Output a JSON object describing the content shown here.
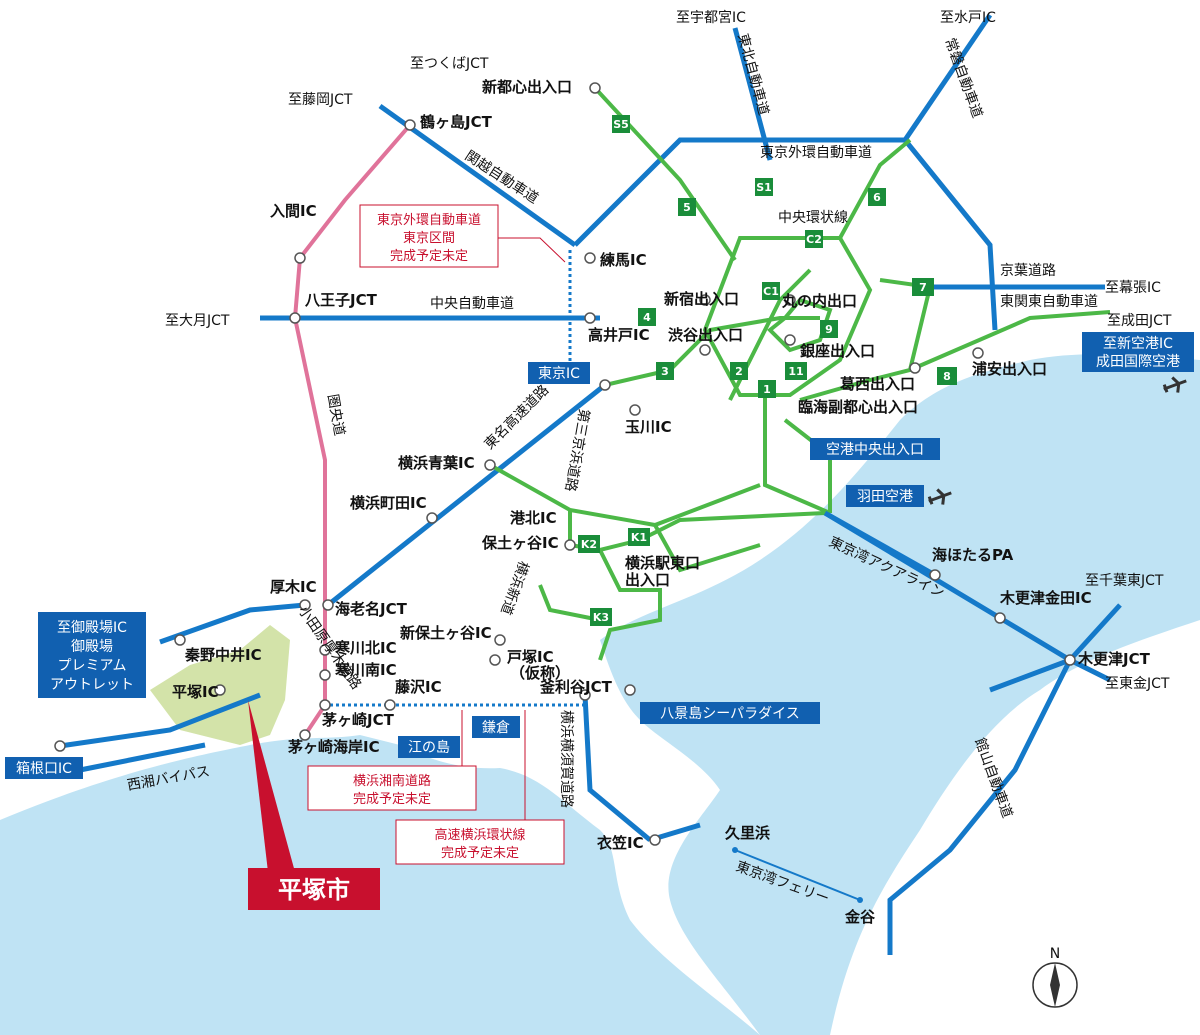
{
  "colors": {
    "sea": "#bfe3f4",
    "land": "#ffffff",
    "expressway": "#1479c9",
    "metro": "#4cb847",
    "ken_o": "#e0739a",
    "hiratsuka_area": "#d3e3a9",
    "label_box": "#1160b0",
    "red": "#c8102e"
  },
  "title": "平塚市",
  "road_labels": {
    "chuo": "中央自動車道",
    "kanetsu": "関越自動車道",
    "tohoku": "東北自動車道",
    "joban": "常磐自動車道",
    "gaikan": "東京外環自動車道",
    "chuo_kanjo": "中央環状線",
    "keiyo": "京葉道路",
    "higashi_kanto": "東関東自動車道",
    "ken_o": "圏央道",
    "tomei": "東名高速道路",
    "daisan_keihin": "第三京浜道路",
    "yokohama_shindo": "横浜新道",
    "odawara_atsugi": "小田原厚木道路",
    "aqualine": "東京湾アクアライン",
    "yokohama_yokosuka": "横浜横須賀道路",
    "tateyama": "館山自動車道",
    "seisho": "西湘バイパス",
    "ferry": "東京湾フェリー"
  },
  "places": {
    "tsukuba": "至つくばJCT",
    "fujioka": "至藤岡JCT",
    "tsurugashima": "鶴ヶ島JCT",
    "iruma": "入間IC",
    "hachioji": "八王子JCT",
    "otsuki": "至大月JCT",
    "utsunomiya": "至宇都宮IC",
    "mito": "至水戸IC",
    "shintoshin": "新都心出入口",
    "nerima": "練馬IC",
    "shinjuku": "新宿出入口",
    "marunouchi": "丸の内出口",
    "takaido": "高井戸IC",
    "shibuya": "渋谷出入口",
    "ginza": "銀座出入口",
    "kasai": "葛西出入口",
    "rinkai": "臨海副都心出入口",
    "urayasu": "浦安出入口",
    "makuhari": "至幕張IC",
    "narita_jct": "至成田JCT",
    "tamagawa": "玉川IC",
    "yokohama_aoba": "横浜青葉IC",
    "yokohama_machida": "横浜町田IC",
    "kohoku": "港北IC",
    "hodogaya": "保土ヶ谷IC",
    "yokohama_east": "横浜駅東口",
    "yokohama_east2": "出入口",
    "atsugi": "厚木IC",
    "ebina": "海老名JCT",
    "shinhodogaya": "新保土ヶ谷IC",
    "samukawa_n": "寒川北IC",
    "samukawa_s": "寒川南IC",
    "totsuka": "戸塚IC",
    "totsuka2": "（仮称）",
    "fujisawa": "藤沢IC",
    "kamariya": "釜利谷JCT",
    "chigasaki": "茅ヶ崎JCT",
    "chigasaki_kaigan": "茅ヶ崎海岸IC",
    "hadano": "秦野中井IC",
    "hiratsuka": "平塚IC",
    "umihotaru": "海ほたるPA",
    "kisarazu_kaneda": "木更津金田IC",
    "chiba_higashi": "至千葉東JCT",
    "kisarazu": "木更津JCT",
    "higashi_kane": "至東金JCT",
    "kinugasa": "衣笠IC",
    "kurihama": "久里浜",
    "kanaya": "金谷"
  },
  "blue_boxes": {
    "tokyo_ic": "東京IC",
    "airport_central": "空港中央出入口",
    "haneda": "羽田空港",
    "narita_1": "至新空港IC",
    "narita_2": "成田国際空港",
    "gotemba_1": "至御殿場IC",
    "gotemba_2": "御殿場",
    "gotemba_3": "プレミアム",
    "gotemba_4": "アウトレット",
    "hakone": "箱根口IC",
    "enoshima": "江の島",
    "kamakura": "鎌倉",
    "hakkeijima": "八景島シーパラダイス"
  },
  "red_notes": {
    "gaikan_1": "東京外環自動車道",
    "gaikan_2": "東京区間",
    "gaikan_3": "完成予定未定",
    "shonan_1": "横浜湘南道路",
    "shonan_2": "完成予定未定",
    "kanjo_1": "高速横浜環状線",
    "kanjo_2": "完成予定未定"
  },
  "route_shields": [
    "S5",
    "S1",
    "5",
    "6",
    "C2",
    "C1",
    "7",
    "4",
    "9",
    "3",
    "2",
    "11",
    "1",
    "8",
    "K1",
    "K2",
    "K3"
  ],
  "compass": "N"
}
